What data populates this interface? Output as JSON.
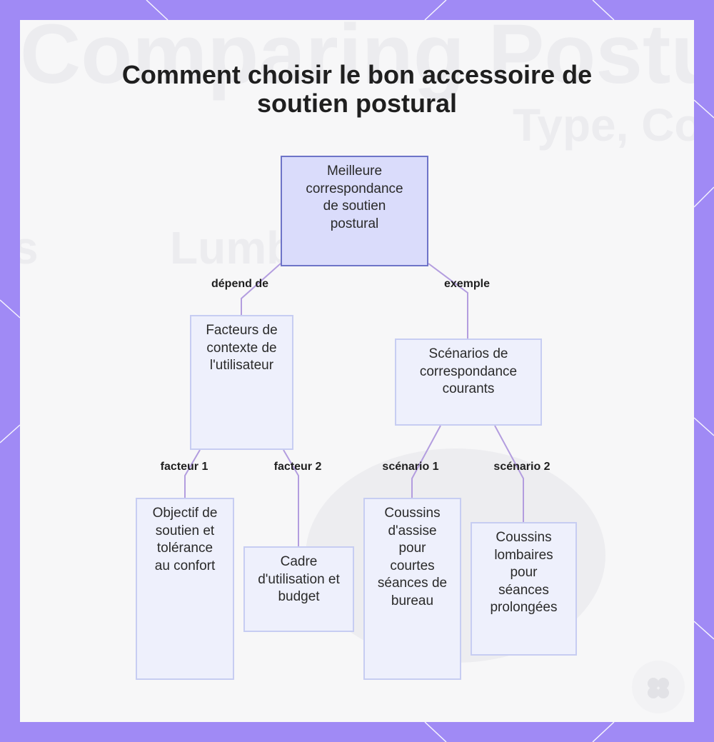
{
  "title": {
    "line1": "Comment choisir le bon accessoire de",
    "line2": "soutien postural"
  },
  "background_ghost_text": {
    "heading": "Comparing Postur",
    "subheading": "Type, Co",
    "section": "Lumb   hions",
    "left": "s"
  },
  "nodes": {
    "root": "Meilleure correspondance de soutien postural",
    "factors": "Facteurs de contexte de l'utilisateur",
    "scenarios": "Scénarios de correspondance courants",
    "goal": "Objectif de soutien et tolérance au confort",
    "setting": "Cadre d'utilisation et budget",
    "seat_cushions": "Coussins d'assise pour courtes séances de bureau",
    "lumbar_cushions": "Coussins lombaires pour séances prolongées"
  },
  "edges": {
    "depends_on": "dépend de",
    "example": "exemple",
    "factor1": "facteur 1",
    "factor2": "facteur 2",
    "scenario1": "scénario 1",
    "scenario2": "scénario 2"
  },
  "colors": {
    "frame": "#a08af5",
    "node_fill": "#eef0fc",
    "node_border": "#c7cdf2",
    "root_fill": "#dadcfb",
    "root_border": "#6e74c8",
    "edge": "#b39ddf"
  }
}
